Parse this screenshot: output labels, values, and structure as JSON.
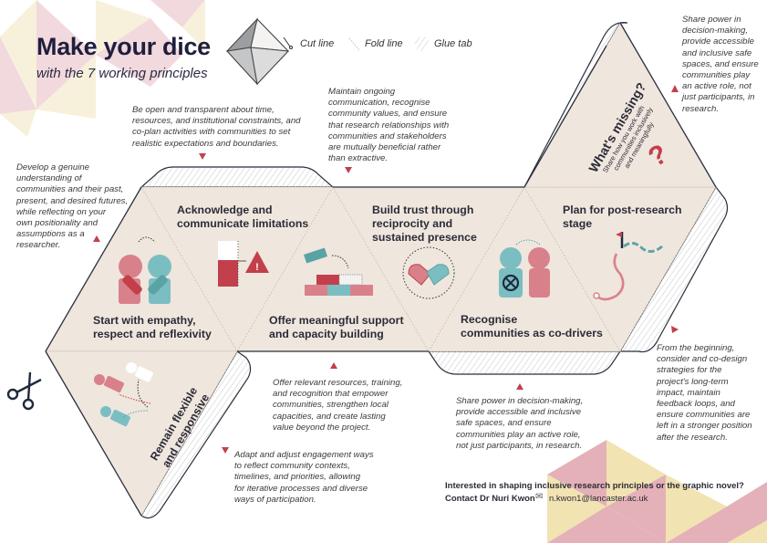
{
  "title": "Make your dice",
  "subtitle": "with the 7 working principles",
  "legend": {
    "cut": "Cut line",
    "fold": "Fold line",
    "glue": "Glue tab"
  },
  "colors": {
    "face": "#efe6dd",
    "red": "#c2404b",
    "pink": "#d9818b",
    "teal": "#7bbec2",
    "navy": "#1f2a3d"
  },
  "faces": [
    {
      "title": "Start with empathy, respect and reflexivity",
      "line1": "Start with empathy,",
      "line2": "respect and reflexivity",
      "icon": "two-people-hug-icon",
      "desc": [
        "Develop a genuine",
        "understanding of",
        "communities and their past,",
        "present, and desired futures,",
        "while reflecting on your",
        "own positionality and",
        "assumptions as a",
        "researcher."
      ]
    },
    {
      "line1": "Acknowledge and",
      "line2": "communicate limitations",
      "icon": "gauge-warning-icon",
      "desc": [
        "Be open and transparent about time,",
        "resources, and institutional constraints, and",
        "co-plan activities with communities to set",
        "realistic expectations and boundaries."
      ]
    },
    {
      "line1": "Offer meaningful support",
      "line2": "and capacity building",
      "icon": "building-blocks-icon",
      "desc": [
        "Offer relevant resources, training,",
        "and recognition that empower",
        "communities, strengthen local",
        "capacities, and create lasting",
        "value beyond the project."
      ]
    },
    {
      "line1": "Build trust through",
      "line2": "reciprocity and",
      "line3": "sustained presence",
      "icon": "handshake-icon",
      "desc": [
        "Maintain ongoing",
        "communication, recognise",
        "community values, and ensure",
        "that research relationships with",
        "communities and stakeholders",
        "are mutually beneficial rather",
        "than extractive."
      ]
    },
    {
      "line1": "Recognise",
      "line2": "communities as co-drivers",
      "icon": "steering-people-icon",
      "desc": [
        "Share power in decision-making,",
        "provide accessible and inclusive",
        "safe spaces, and ensure",
        "communities play an active role,",
        "not just participants, in research."
      ]
    },
    {
      "line1": "Plan for post-research",
      "line2": "stage",
      "icon": "path-flag-icon",
      "desc": [
        "From the beginning,",
        "consider and co-design",
        "strategies for the",
        "project's long-term",
        "impact, maintain",
        "feedback loops, and",
        "ensure communities are",
        "left in a stronger position",
        "after the research."
      ]
    },
    {
      "line1": "Remain flexible",
      "line2": "and responsive",
      "icon": "moving-people-icon",
      "desc": [
        "Adapt and adjust engagement ways",
        "to reflect community contexts,",
        "timelines, and priorities, allowing",
        "for iterative processes and diverse",
        "ways of participation."
      ]
    },
    {
      "line1": "What's missing?",
      "sub1": "Share how you work with",
      "sub2": "communities inclusively",
      "sub3": "and meaningfully",
      "icon": "question-mark-icon",
      "desc": [
        "Share power in",
        "decision-making,",
        "provide accessible",
        "and inclusive safe",
        "spaces, and ensure",
        "communities play",
        "an active role, not",
        "just participants, in",
        "research."
      ]
    }
  ],
  "contact": {
    "line1": "Interested in shaping inclusive research principles or the graphic novel?",
    "name": "Contact Dr Nuri Kwon",
    "email": "n.kwon1@lancaster.ac.uk"
  }
}
